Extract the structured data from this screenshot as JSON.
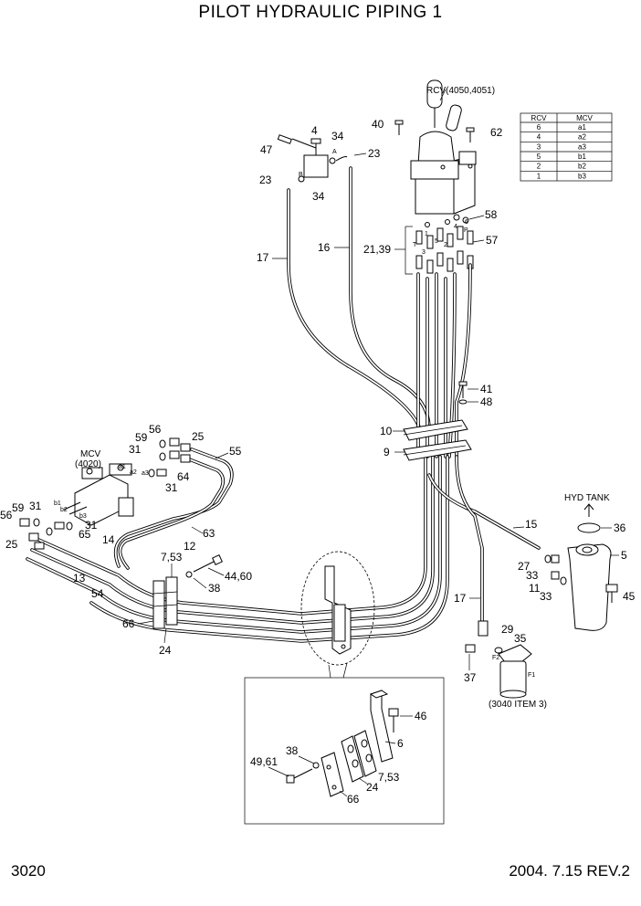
{
  "header": {
    "title": "PILOT HYDRAULIC PIPING 1"
  },
  "footer": {
    "page_number": "3020",
    "revision": "2004. 7.15  REV.2"
  },
  "annotations": {
    "rcv": "RCV(4050,4051)",
    "mcv_line1": "MCV",
    "mcv_line2": "(4020)",
    "hyd_tank": "HYD  TANK",
    "item3": "(3040 ITEM 3)"
  },
  "port_table": {
    "headers": [
      "RCV",
      "MCV"
    ],
    "rows": [
      [
        "6",
        "a1"
      ],
      [
        "4",
        "a2"
      ],
      [
        "3",
        "a3"
      ],
      [
        "5",
        "b1"
      ],
      [
        "2",
        "b2"
      ],
      [
        "1",
        "b3"
      ]
    ]
  },
  "callouts": {
    "c40": "40",
    "c62": "62",
    "c4": "4",
    "c34a": "34",
    "c47": "47",
    "c23a": "23",
    "c23b": "23",
    "c34b": "34",
    "c58": "58",
    "c57": "57",
    "c2139": "21,39",
    "c16": "16",
    "c17a": "17",
    "c41": "41",
    "c48": "48",
    "c10": "10",
    "c9": "9",
    "c56a": "56",
    "c25a": "25",
    "c59a": "59",
    "c31a": "31",
    "c55": "55",
    "c64": "64",
    "c31b": "31",
    "c31c": "31",
    "c59b": "59",
    "c56b": "56",
    "c65": "65",
    "c31d": "31",
    "c25b": "25",
    "c14": "14",
    "c63": "63",
    "c12": "12",
    "c13": "13",
    "c54": "54",
    "c753a": "7,53",
    "c4460": "44,60",
    "c38a": "38",
    "c66a": "66",
    "c24a": "24",
    "c15": "15",
    "c36": "36",
    "c5": "5",
    "c27": "27",
    "c33a": "33",
    "c11": "11",
    "c33b": "33",
    "c45": "45",
    "c17b": "17",
    "c29": "29",
    "c35": "35",
    "c37": "37",
    "c46": "46",
    "c6": "6",
    "c38b": "38",
    "c4961": "49,61",
    "c24b": "24",
    "c753b": "7,53",
    "c66b": "66"
  },
  "port_marks": {
    "a1": "a1",
    "a2": "a2",
    "a3": "a3",
    "b1": "b1",
    "b2": "b2",
    "b3": "b3",
    "p_b": "B",
    "p_a": "A",
    "f1": "F1",
    "f2": "F2",
    "t": "T",
    "n1": "1",
    "n2": "2",
    "n3": "3",
    "n4": "4",
    "n5": "5",
    "n6": "6",
    "p": "P"
  }
}
